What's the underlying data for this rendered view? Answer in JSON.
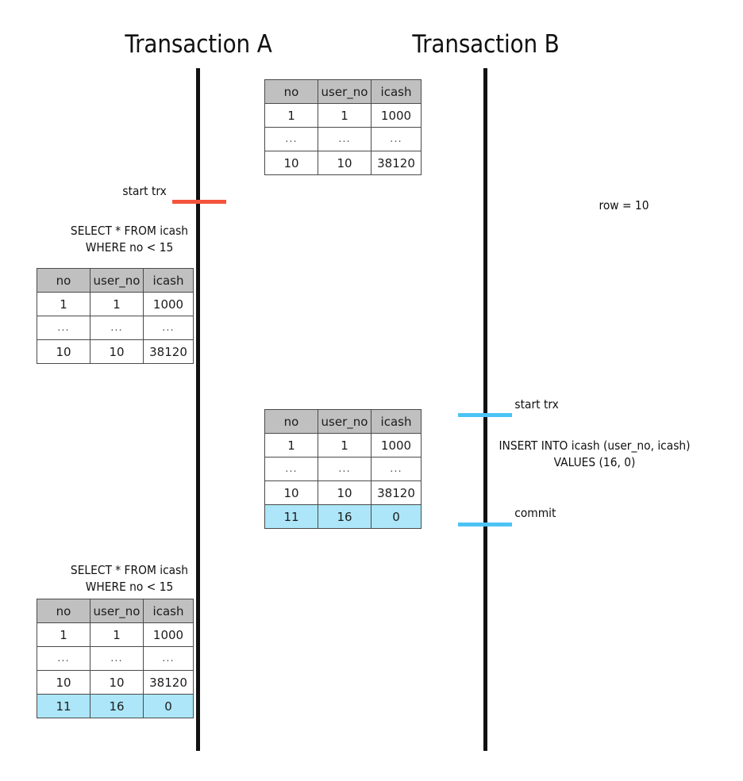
{
  "diagram": {
    "title_a": "Transaction A",
    "title_b": "Transaction B"
  },
  "colors": {
    "lifeline": "#111111",
    "start_trx_a_marker": "#f4543c",
    "start_trx_b_marker": "#4cc3f5",
    "commit_marker": "#4cc3f5",
    "table_header_bg": "#c0c0c0",
    "highlight_row_bg": "#ace6f8",
    "text": "#111111"
  },
  "labels": {
    "start_trx_a": "start trx",
    "start_trx_b": "start trx",
    "commit": "commit",
    "row_count": "row = 10",
    "select_query_1": "SELECT * FROM icash\nWHERE no < 15",
    "select_query_2": "SELECT * FROM icash\nWHERE no < 15",
    "insert_query": "INSERT INTO icash (user_no, icash)\nVALUES (16, 0)"
  },
  "tables": {
    "columns": [
      "no",
      "user_no",
      "icash"
    ],
    "initial_state": {
      "rows": [
        {
          "cells": [
            "1",
            "1",
            "1000"
          ],
          "style": "normal"
        },
        {
          "cells": [
            "...",
            "...",
            "..."
          ],
          "style": "ellipsis"
        },
        {
          "cells": [
            "10",
            "10",
            "38120"
          ],
          "style": "normal"
        }
      ]
    },
    "transaction_a_first_select": {
      "rows": [
        {
          "cells": [
            "1",
            "1",
            "1000"
          ],
          "style": "normal"
        },
        {
          "cells": [
            "...",
            "...",
            "..."
          ],
          "style": "ellipsis"
        },
        {
          "cells": [
            "10",
            "10",
            "38120"
          ],
          "style": "normal"
        }
      ]
    },
    "after_insert": {
      "rows": [
        {
          "cells": [
            "1",
            "1",
            "1000"
          ],
          "style": "normal"
        },
        {
          "cells": [
            "...",
            "...",
            "..."
          ],
          "style": "ellipsis"
        },
        {
          "cells": [
            "10",
            "10",
            "38120"
          ],
          "style": "normal"
        },
        {
          "cells": [
            "11",
            "16",
            "0"
          ],
          "style": "highlight"
        }
      ]
    },
    "transaction_a_second_select": {
      "rows": [
        {
          "cells": [
            "1",
            "1",
            "1000"
          ],
          "style": "normal"
        },
        {
          "cells": [
            "...",
            "...",
            "..."
          ],
          "style": "ellipsis"
        },
        {
          "cells": [
            "10",
            "10",
            "38120"
          ],
          "style": "normal"
        },
        {
          "cells": [
            "11",
            "16",
            "0"
          ],
          "style": "highlight"
        }
      ]
    }
  }
}
